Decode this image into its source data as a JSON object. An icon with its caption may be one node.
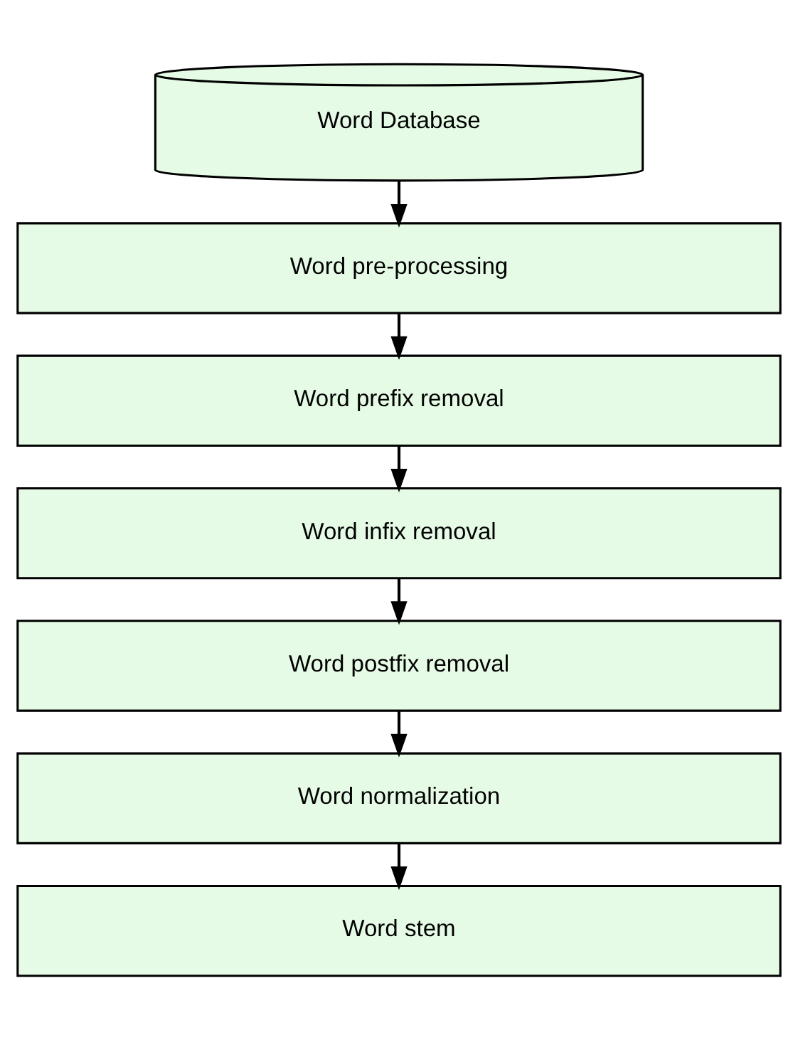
{
  "diagram": {
    "nodes": [
      {
        "text": [
          "Word Database"
        ]
      },
      {
        "text": [
          "Word pre-processing"
        ]
      },
      {
        "text": [
          "Word prefix removal"
        ]
      },
      {
        "text": [
          "Word infix removal"
        ]
      },
      {
        "text": [
          "Word postfix removal"
        ]
      },
      {
        "text": [
          "Word normalization"
        ]
      },
      {
        "text": [
          "Word stem"
        ]
      }
    ],
    "edges": [
      {
        "from": 0,
        "to": 1,
        "arrow": "to"
      },
      {
        "from": 1,
        "to": 2,
        "arrow": "to"
      },
      {
        "from": 2,
        "to": 3,
        "arrow": "to"
      },
      {
        "from": 3,
        "to": 4,
        "arrow": "to"
      },
      {
        "from": 4,
        "to": 5,
        "arrow": "to"
      },
      {
        "from": 5,
        "to": 6,
        "arrow": "to"
      }
    ]
  }
}
